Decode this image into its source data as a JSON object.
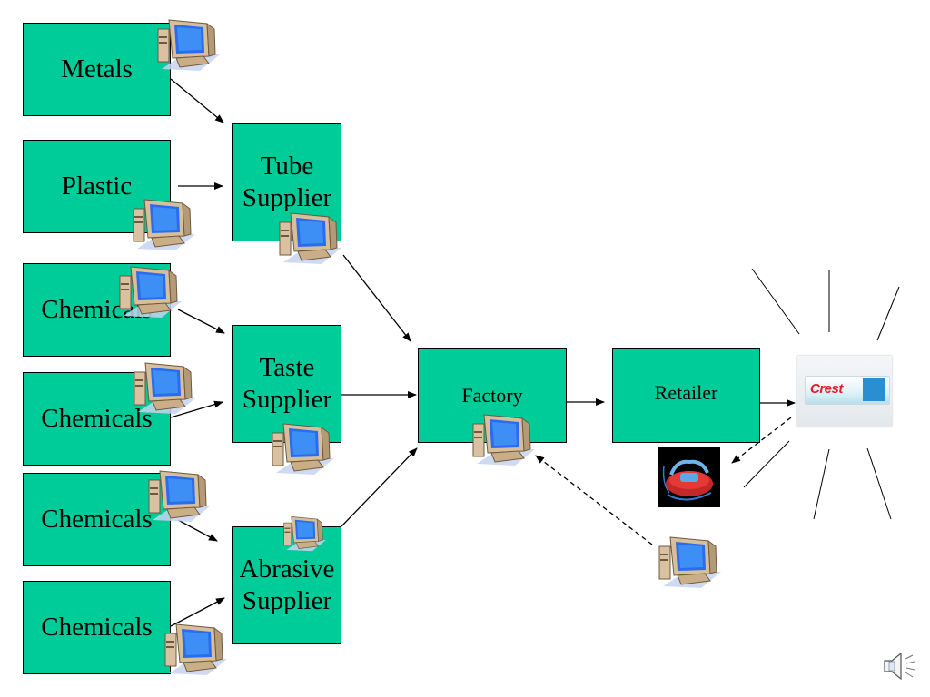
{
  "boxes": {
    "metals": "Metals",
    "plastic": "Plastic",
    "chemicals_1": "Chemicals",
    "chemicals_2": "Chemicals",
    "chemicals_3": "Chemicals",
    "chemicals_4": "Chemicals",
    "tube_supplier": "Tube Supplier",
    "taste_supplier": "Taste Supplier",
    "abrasive_supplier": "Abrasive Supplier",
    "factory": "Factory",
    "retailer": "Retailer"
  },
  "product": {
    "brand_text": "Crest",
    "name": "toothpaste-product-image"
  },
  "icons": [
    "computer-icon",
    "telephone-icon",
    "speaker-icon"
  ],
  "colors": {
    "box_fill": "#00cc99",
    "box_border": "#000000",
    "background": "#ffffff"
  }
}
